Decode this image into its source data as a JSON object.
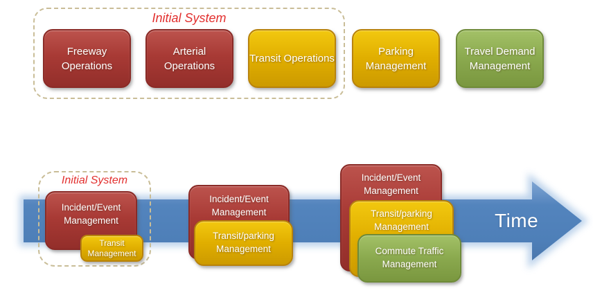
{
  "top_section": {
    "label": "Initial System",
    "boxes": [
      {
        "label": "Freeway Operations",
        "color": "red"
      },
      {
        "label": "Arterial Operations",
        "color": "red"
      },
      {
        "label": "Transit Operations",
        "color": "gold"
      },
      {
        "label": "Parking Management",
        "color": "gold"
      },
      {
        "label": "Travel Demand Management",
        "color": "green"
      }
    ]
  },
  "timeline": {
    "initial_system_label": "Initial System",
    "time_label": "Time",
    "stages": [
      {
        "boxes": [
          {
            "label": "Incident/Event Management",
            "color": "red"
          },
          {
            "label": "Transit Management",
            "color": "gold"
          }
        ]
      },
      {
        "boxes": [
          {
            "label": "Incident/Event Management",
            "color": "red"
          },
          {
            "label": "Transit/parking Management",
            "color": "gold"
          }
        ]
      },
      {
        "boxes": [
          {
            "label": "Incident/Event Management",
            "color": "red"
          },
          {
            "label": "Transit/parking Management",
            "color": "gold"
          },
          {
            "label": "Commute Traffic Management",
            "color": "green"
          }
        ]
      }
    ]
  },
  "colors": {
    "box_red": "#a83a35",
    "box_gold": "#e0ae00",
    "box_green": "#8aa94e",
    "arrow_blue": "#4e7fb8",
    "label_red": "#e22f2e",
    "dashed_border": "#c9bd97"
  }
}
